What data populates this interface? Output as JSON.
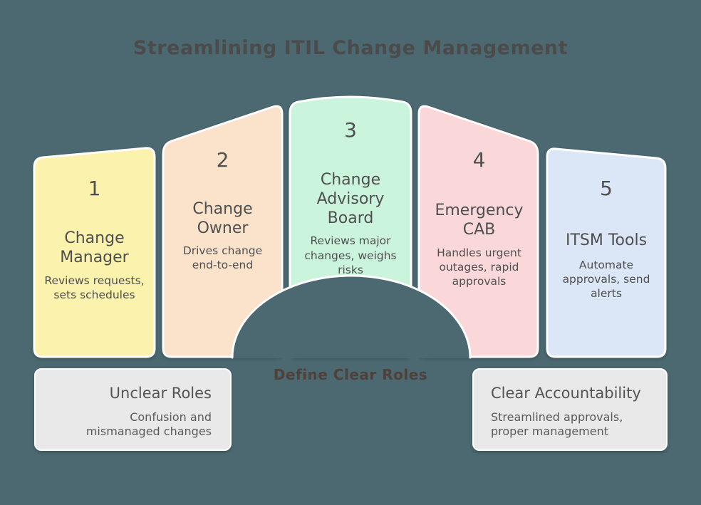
{
  "colors": {
    "background": "#4c6971",
    "card_border": "#ffffff",
    "title_text": "#4b4b4b",
    "card_text": "#4f4f4f",
    "arch_label_text": "#4f4138",
    "callout_bg": "#e9e9e9"
  },
  "title": "Streamlining ITIL Change Management",
  "arch_label": "Define Clear Roles",
  "steps": [
    {
      "number": "1",
      "title": "Change Manager",
      "description": "Reviews requests, sets schedules",
      "fill": "#faf2ad"
    },
    {
      "number": "2",
      "title": "Change Owner",
      "description": "Drives change end-to-end",
      "fill": "#fbe2cb"
    },
    {
      "number": "3",
      "title": "Change Advisory Board",
      "description": "Reviews major changes, weighs risks",
      "fill": "#cbf4dc"
    },
    {
      "number": "4",
      "title": "Emergency CAB",
      "description": "Handles urgent outages, rapid approvals",
      "fill": "#fad8da"
    },
    {
      "number": "5",
      "title": "ITSM Tools",
      "description": "Automate approvals, send alerts",
      "fill": "#dbe6f7"
    }
  ],
  "callouts": {
    "left": {
      "heading": "Unclear Roles",
      "body": "Confusion and mismanaged changes"
    },
    "right": {
      "heading": "Clear Accountability",
      "body": "Streamlined approvals, proper management"
    }
  }
}
